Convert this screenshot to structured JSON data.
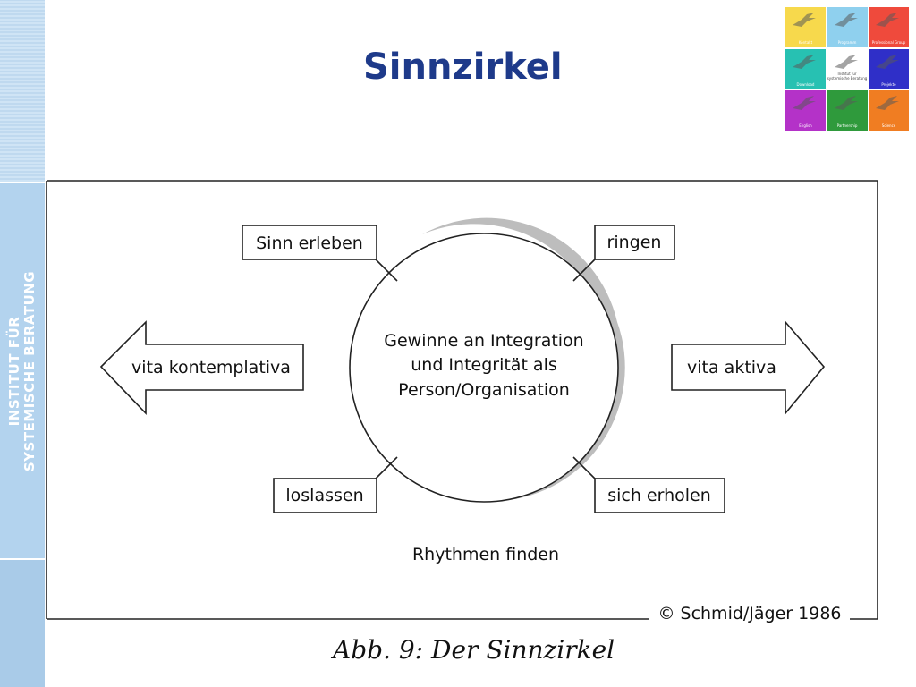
{
  "title": "Sinnzirkel",
  "sidebar": {
    "line1": "INSTITUT FÜR",
    "line2": "SYSTEMISCHE BERATUNG"
  },
  "logo": {
    "tiles": [
      {
        "label": "Kontakt",
        "color": "#f7d94c"
      },
      {
        "label": "Programm",
        "color": "#8fd0ee"
      },
      {
        "label": "Professional Group",
        "color": "#ef4a3c"
      },
      {
        "label": "Download",
        "color": "#27c1b2"
      },
      {
        "label": "Institut für systemische Beratung",
        "color": "#ffffff"
      },
      {
        "label": "Projekte",
        "color": "#2f2fc8"
      },
      {
        "label": "English",
        "color": "#b432c8"
      },
      {
        "label": "Partnership",
        "color": "#2f9a3c"
      },
      {
        "label": "Science",
        "color": "#f07d22"
      }
    ]
  },
  "diagram": {
    "center_line1": "Gewinne an Integration",
    "center_line2": "und Integrität als",
    "center_line3": "Person/Organisation",
    "top_left": "Sinn erleben",
    "top_right": "ringen",
    "bottom_left": "loslassen",
    "bottom_right": "sich erholen",
    "arrow_left": "vita kontemplativa",
    "arrow_right": "vita aktiva",
    "bottom_text": "Rhythmen finden",
    "copyright": "© Schmid/Jäger 1986"
  },
  "caption": "Abb. 9: Der Sinnzirkel"
}
